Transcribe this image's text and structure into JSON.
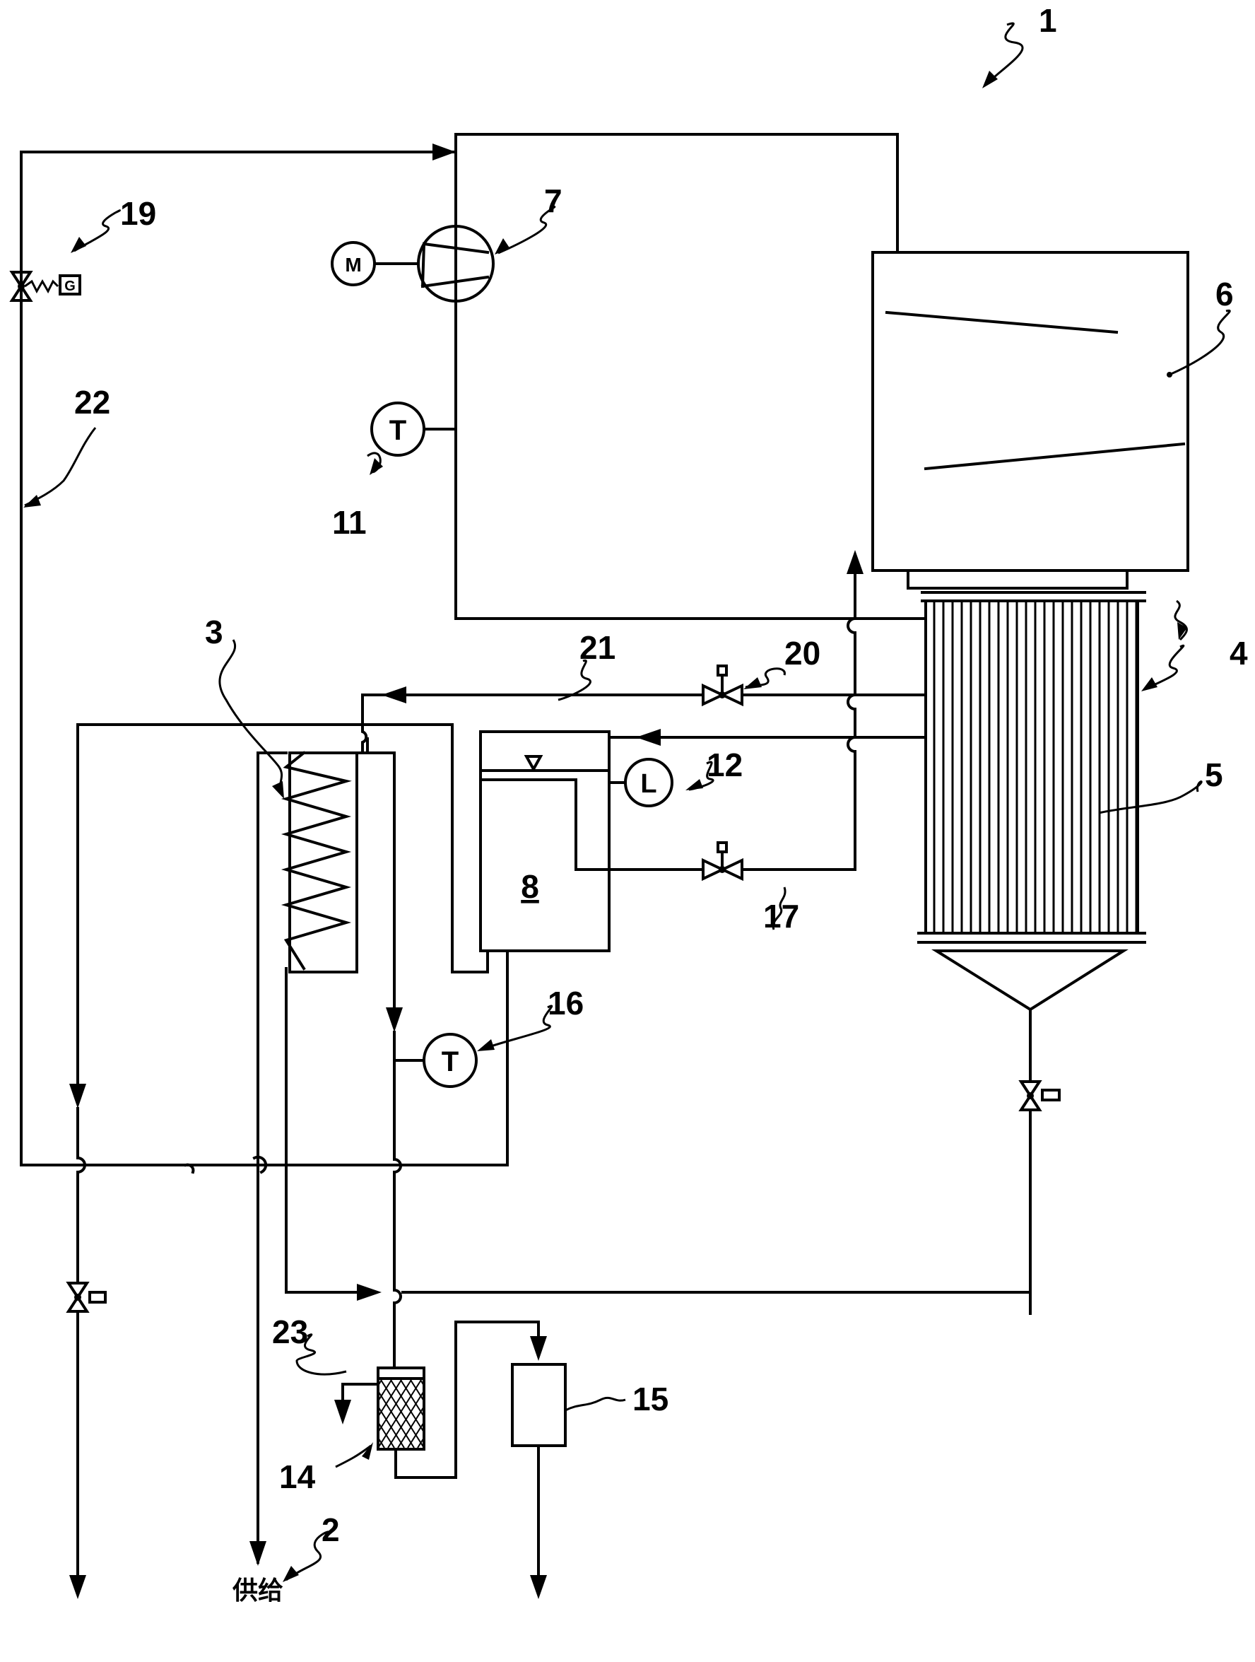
{
  "labels": {
    "l1": "1",
    "l2": "2",
    "l3": "3",
    "l4": "4",
    "l5": "5",
    "l6": "6",
    "l7": "7",
    "l8": "8",
    "l11": "11",
    "l12": "12",
    "l14": "14",
    "l15": "15",
    "l16": "16",
    "l17": "17",
    "l19": "19",
    "l20": "20",
    "l21": "21",
    "l22": "22",
    "l23": "23"
  },
  "symbols": {
    "motor": "M",
    "temp_sensor_11": "T",
    "temp_sensor_16": "T",
    "level_sensor": "L",
    "actuator_19": "G"
  },
  "supply_text": "供给"
}
